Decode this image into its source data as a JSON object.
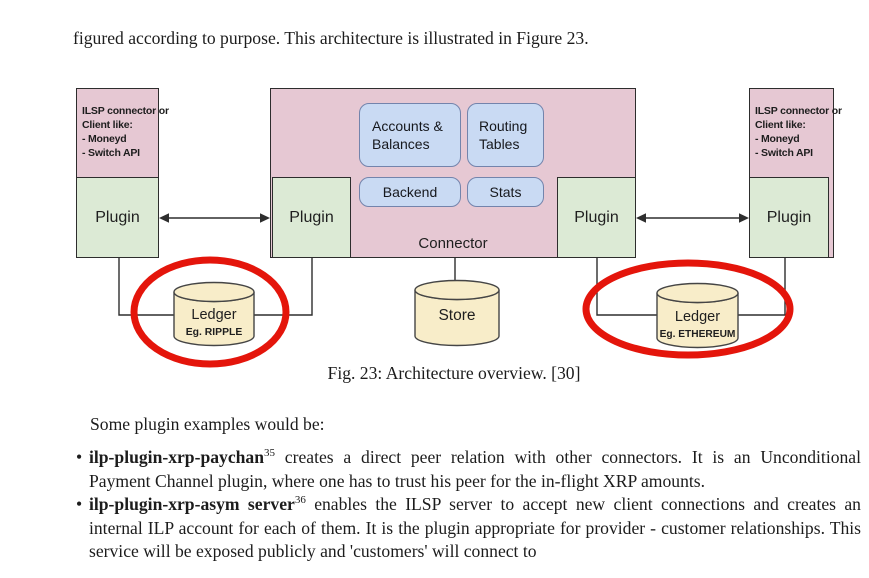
{
  "document": {
    "intro_text": "figured according to purpose. This architecture is illustrated in Figure 23.",
    "figure_caption": "Fig. 23: Architecture overview. [30]",
    "examples_intro": "Some plugin examples would be:",
    "bullet_char": "•",
    "bullets": [
      {
        "term": "ilp-plugin-xrp-paychan",
        "sup": "35",
        "text": " creates a direct peer relation with other connectors. It is an Unconditional Payment Channel plugin, where one has to trust his peer for the in-flight XRP amounts."
      },
      {
        "term": "ilp-plugin-xrp-asym server",
        "sup": "36",
        "text": " enables the ILSP server to accept new client connections and creates an internal ILP account for each of them. It is the plugin appropriate for provider - customer relationships. This service will be exposed publicly and 'customers' will connect to"
      }
    ]
  },
  "diagram": {
    "ilsp_lines": [
      "ILSP connector or",
      "Client like:",
      "- Moneyd",
      "- Switch API"
    ],
    "plugin_label": "Plugin",
    "connector_label": "Connector",
    "accounts_label": "Accounts & Balances",
    "routing_label": "Routing Tables",
    "backend_label": "Backend",
    "stats_label": "Stats",
    "store_label": "Store",
    "ledger_left": {
      "label": "Ledger",
      "example": "Eg. RIPPLE"
    },
    "ledger_right": {
      "label": "Ledger",
      "example": "Eg. ETHEREUM"
    },
    "colors": {
      "pink": "#e6c8d3",
      "green": "#dcead5",
      "blue": "#c9daf3",
      "blue_border": "#7384ac",
      "cream": "#f8edc9",
      "red": "#e4150b"
    }
  }
}
